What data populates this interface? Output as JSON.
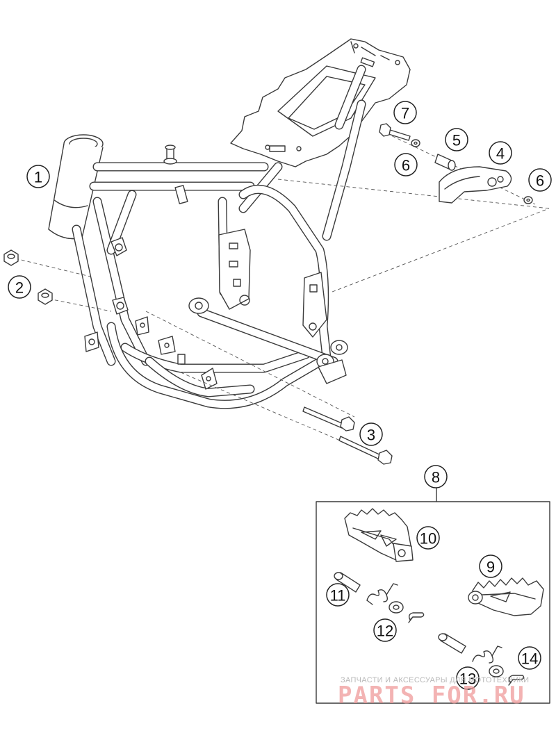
{
  "diagram": {
    "callouts": [
      {
        "id": "1",
        "label": "1"
      },
      {
        "id": "2",
        "label": "2"
      },
      {
        "id": "3",
        "label": "3"
      },
      {
        "id": "4",
        "label": "4"
      },
      {
        "id": "5",
        "label": "5"
      },
      {
        "id": "6a",
        "label": "6"
      },
      {
        "id": "6b",
        "label": "6"
      },
      {
        "id": "7",
        "label": "7"
      },
      {
        "id": "8",
        "label": "8"
      },
      {
        "id": "9",
        "label": "9"
      },
      {
        "id": "10",
        "label": "10"
      },
      {
        "id": "11",
        "label": "11"
      },
      {
        "id": "12",
        "label": "12"
      },
      {
        "id": "13",
        "label": "13"
      },
      {
        "id": "14",
        "label": "14"
      }
    ]
  },
  "watermark": {
    "tagline": "ЗАПЧАСТИ И АКСЕССУАРЫ ДЛЯ МОТОТЕХНИКИ",
    "brand": "PARTS FOR.RU",
    "colors": {
      "brand": "#ef9a9a",
      "tagline": "#b9b9b9"
    }
  },
  "colors": {
    "line": "#3a3a3a",
    "background": "#ffffff"
  }
}
